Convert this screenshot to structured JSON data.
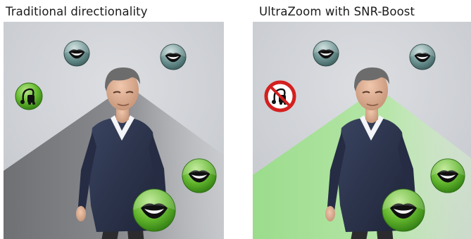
{
  "panels": [
    {
      "caption": "Traditional directionality",
      "scene": "gray-cone",
      "icons": [
        "speech-mouth-icon",
        "speech-mouth-icon",
        "vacuum-cleaner-icon",
        "speech-mouth-icon",
        "speech-mouth-icon"
      ]
    },
    {
      "caption": "UltraZoom with SNR-Boost",
      "scene": "green-cone",
      "icons": [
        "speech-mouth-icon",
        "speech-mouth-icon",
        "vacuum-cleaner-blocked-icon",
        "speech-mouth-icon",
        "speech-mouth-icon"
      ]
    }
  ],
  "colors": {
    "background": "#ced1d5",
    "cone_gray": "#7b7d81",
    "cone_green": "#a6e09a",
    "speech_active": "#58b02a",
    "speech_inactive": "#5c8382",
    "blocked_red": "#d41f1f"
  }
}
